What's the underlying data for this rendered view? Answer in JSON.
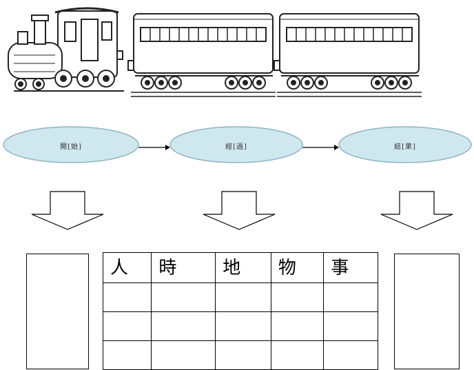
{
  "flow": {
    "stages": [
      {
        "label": "開[始]"
      },
      {
        "label": "經[過]"
      },
      {
        "label": "結[果]"
      }
    ]
  },
  "table": {
    "headers": [
      "人",
      "時",
      "地",
      "物",
      "事"
    ],
    "rows": [
      [
        "",
        "",
        "",
        "",
        ""
      ],
      [
        "",
        "",
        "",
        "",
        ""
      ],
      [
        "",
        "",
        "",
        "",
        ""
      ]
    ]
  },
  "colors": {
    "oval_fill": "#cfe8f0",
    "oval_stroke": "#8fb4c2",
    "line": "#000000"
  }
}
